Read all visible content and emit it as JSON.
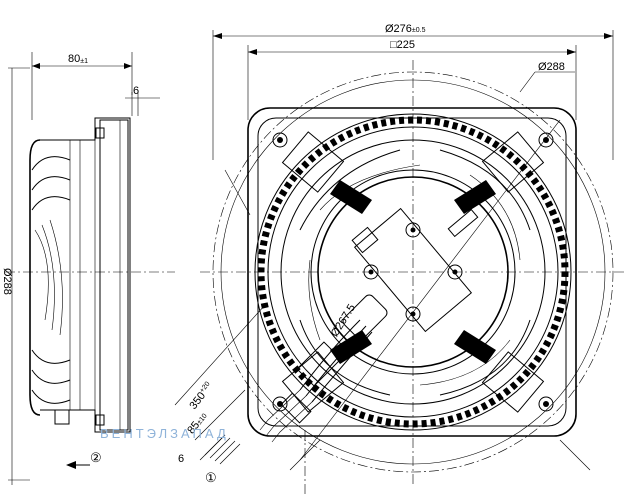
{
  "dimensions": {
    "outer_diameter": "Ø276",
    "outer_diameter_tol": "±0.5",
    "square_symbol": "□",
    "square_size": "225",
    "guard_diameter": "Ø288",
    "motor_diameter": "Ø267.5",
    "depth": "80",
    "depth_tol": "±1",
    "flange": "6",
    "cable_length": "350",
    "cable_length_tol": "+20",
    "cable_strip": "85",
    "cable_strip_tol": "±10",
    "wire_end": "6",
    "side_height": "Ø288"
  },
  "markers": {
    "cable_marker": "①",
    "airflow_marker": "②"
  },
  "watermark": "ВЕНТЭЛЗАПАД"
}
